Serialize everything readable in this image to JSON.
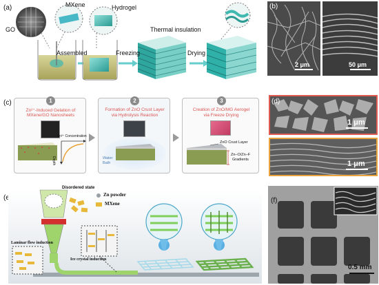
{
  "panel_a": {
    "tag": "(a)",
    "go_label": "GO",
    "mxene_label": "MXene",
    "hydrogel_label": "Hydrogel",
    "assembled_label": "Assembled",
    "freezing_label": "Freezing",
    "thermal_label": "Thermal insulation",
    "drying_label": "Drying"
  },
  "panel_b": {
    "tag": "(b)",
    "scale1": "2 μm",
    "scale2": "50 μm"
  },
  "panel_c": {
    "tag": "(c)",
    "step1_num": "1",
    "step1_title_l1": "Zn²⁺-Induced Gelation of",
    "step1_title_l2": "MXene/GO Nanosheets",
    "step1_conc": "Zn²⁺ Concentration",
    "step1_depth": "Depth",
    "step2_num": "2",
    "step2_title_l1": "Formation of ZnO Crust Layer",
    "step2_title_l2": "via Hydrolysis Reaction",
    "step2_water": "Water",
    "step2_bath": "Bath",
    "step3_num": "3",
    "step3_title_l1": "Creation of ZnO/MG Aerogel",
    "step3_title_l2": "via Freeze Drying",
    "step3_crust": "ZnO Crust Layer",
    "step3_grad_l1": "Zn–O/Zn–F",
    "step3_grad_l2": "Gradients"
  },
  "panel_d": {
    "tag": "(d)",
    "scale1": "1 μm",
    "scale2": "1 μm"
  },
  "panel_e": {
    "tag": "(e)",
    "disordered": "Disordered state",
    "zn_powder": "Zn powder",
    "mxene": "MXene",
    "laminar": "Laminar flow induction",
    "ice": "Ice crystal induction"
  },
  "panel_f": {
    "tag": "(f)",
    "scale": "0.5 mm"
  },
  "colors": {
    "teal": "#3fb8b0",
    "red_accent": "#d9534f",
    "orange_border": "#e8a33a",
    "red_border": "#e05a4f"
  }
}
